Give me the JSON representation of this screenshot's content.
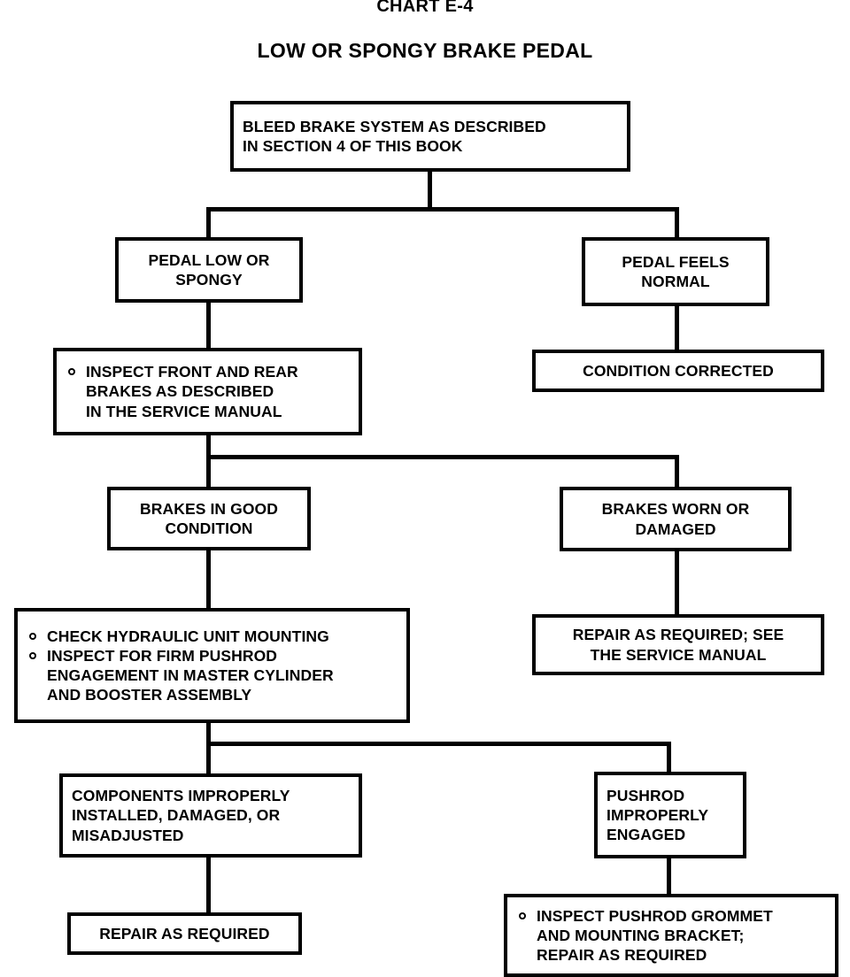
{
  "header": {
    "chart_id": "CHART E-4",
    "subtitle": "LOW OR SPONGY BRAKE PEDAL"
  },
  "nodes": {
    "bleed": {
      "line1": "BLEED BRAKE SYSTEM AS DESCRIBED",
      "line2": "IN SECTION 4 OF THIS BOOK"
    },
    "pedal_low": {
      "line1": "PEDAL LOW OR",
      "line2": "SPONGY"
    },
    "pedal_normal": {
      "line1": "PEDAL FEELS",
      "line2": "NORMAL"
    },
    "condition_corrected": {
      "line1": "CONDITION CORRECTED"
    },
    "inspect_brakes": {
      "bullet1_line1": "INSPECT FRONT AND REAR",
      "bullet1_line2": "BRAKES AS DESCRIBED",
      "bullet1_line3": "IN THE SERVICE MANUAL"
    },
    "brakes_good": {
      "line1": "BRAKES IN GOOD",
      "line2": "CONDITION"
    },
    "brakes_worn": {
      "line1": "BRAKES WORN OR",
      "line2": "DAMAGED"
    },
    "repair_see_manual": {
      "line1": "REPAIR AS REQUIRED; SEE",
      "line2": "THE SERVICE MANUAL"
    },
    "check_hydraulic": {
      "bullet1_line1": "CHECK HYDRAULIC UNIT MOUNTING",
      "bullet2_line1": "INSPECT FOR FIRM PUSHROD",
      "bullet2_line2": "ENGAGEMENT IN MASTER CYLINDER",
      "bullet2_line3": "AND BOOSTER ASSEMBLY"
    },
    "components_improper": {
      "line1": "COMPONENTS IMPROPERLY",
      "line2": "INSTALLED, DAMAGED, OR",
      "line3": "MISADJUSTED"
    },
    "pushrod_improper": {
      "line1": "PUSHROD",
      "line2": "IMPROPERLY",
      "line3": "ENGAGED"
    },
    "repair_required": {
      "line1": "REPAIR AS REQUIRED"
    },
    "inspect_grommet": {
      "bullet1_line1": "INSPECT PUSHROD GROMMET",
      "bullet1_line2": "AND MOUNTING BRACKET;",
      "bullet1_line3": "REPAIR AS REQUIRED"
    }
  },
  "style": {
    "ink": "#000000",
    "paper": "#ffffff",
    "bullet_glyph": "ring-outline"
  }
}
